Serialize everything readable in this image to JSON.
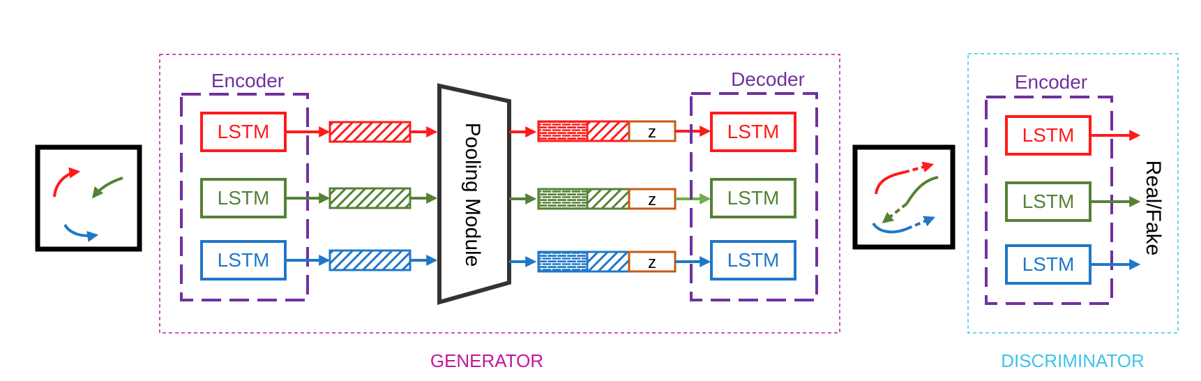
{
  "generator": {
    "label": "GENERATOR",
    "encoder_title": "Encoder",
    "decoder_title": "Decoder",
    "encoder_lstm": [
      "LSTM",
      "LSTM",
      "LSTM"
    ],
    "decoder_lstm": [
      "LSTM",
      "LSTM",
      "LSTM"
    ],
    "pooling_label": "Pooling Module",
    "noise_label": [
      "z",
      "z",
      "z"
    ]
  },
  "discriminator": {
    "label": "DISCRIMINATOR",
    "encoder_title": "Encoder",
    "encoder_lstm": [
      "LSTM",
      "LSTM",
      "LSTM"
    ],
    "output_label": "Real/Fake"
  },
  "colors": {
    "red": "#ff1a1a",
    "green": "#548235",
    "light_green": "#70ad47",
    "blue": "#1f77c8",
    "purple": "#7030a0",
    "magenta": "#c0189c",
    "cyan": "#3ec3e8",
    "orange": "#c55a11"
  }
}
